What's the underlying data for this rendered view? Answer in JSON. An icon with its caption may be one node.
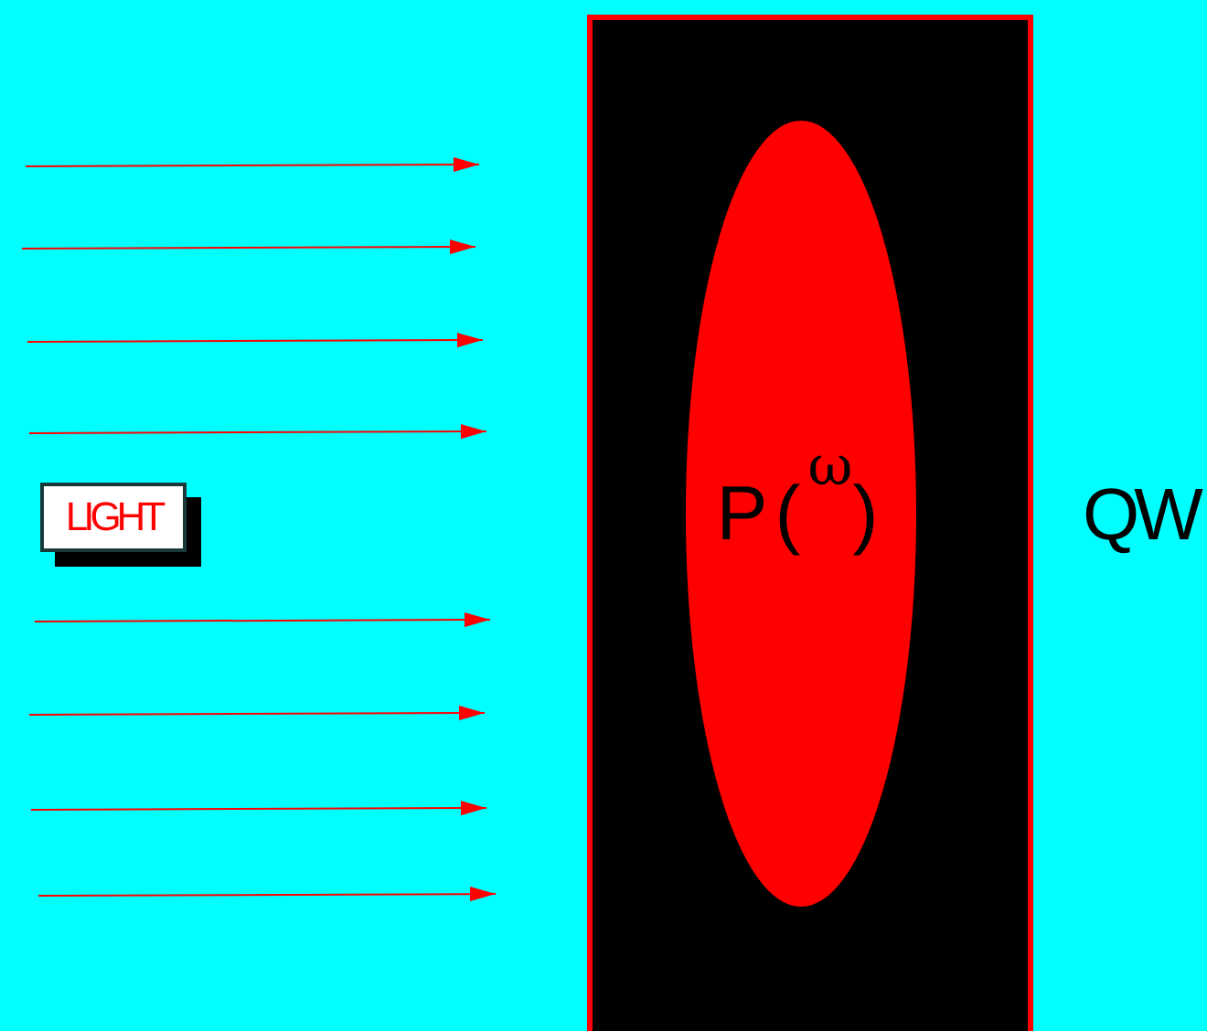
{
  "diagram": {
    "nodes": [
      {
        "text": [
          "LIGHT"
        ]
      },
      {
        "text": [],
        "shape": "box",
        "beside": [
          "QW"
        ]
      },
      {
        "text": [
          "P($^{ω}$)"
        ],
        "in": 1
      }
    ]
  }
}
